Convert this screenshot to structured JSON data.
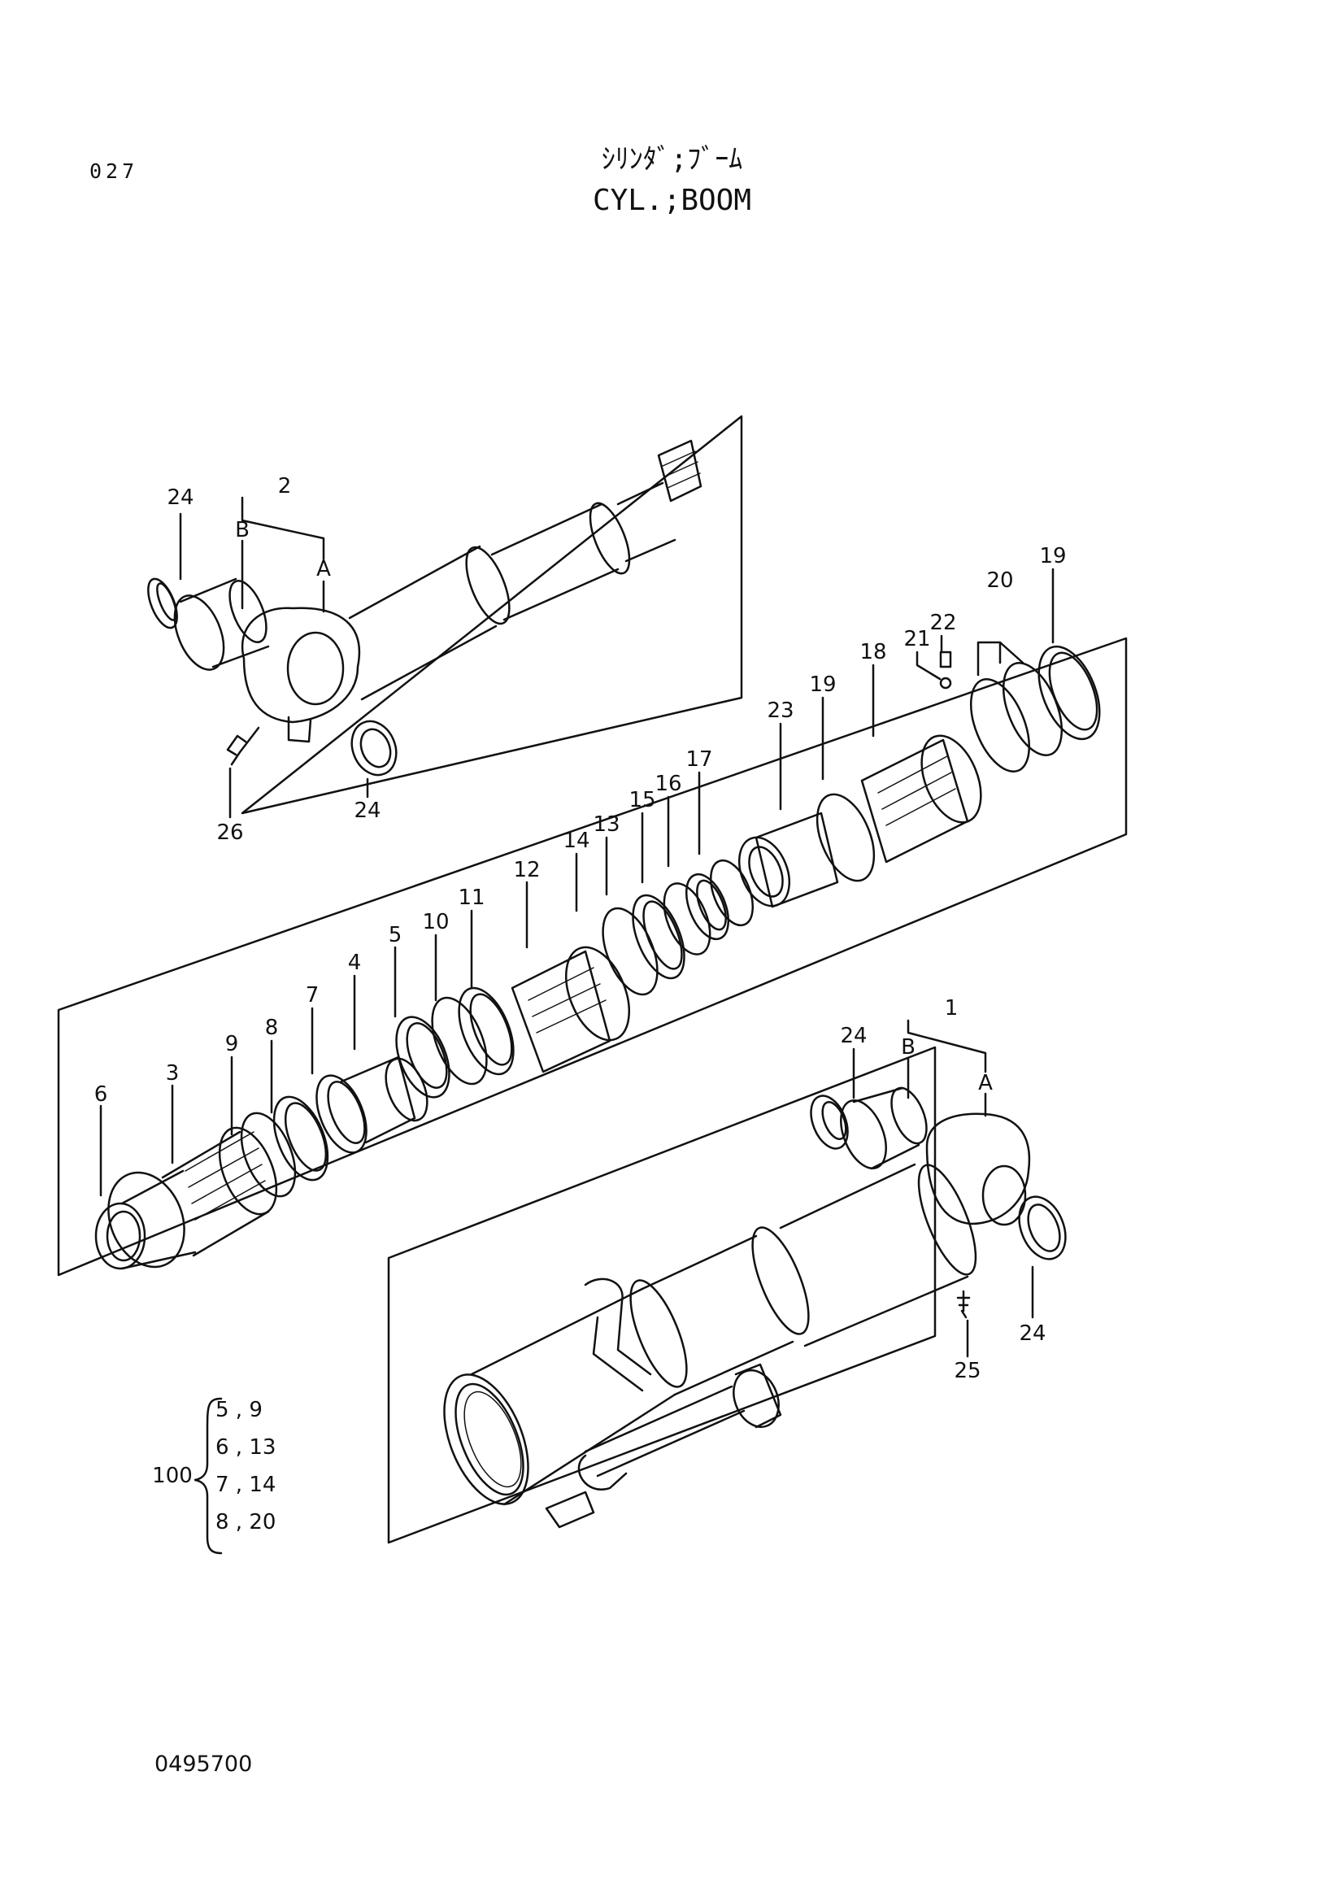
{
  "header": {
    "page_number": "027",
    "title_jp": "ｼﾘﾝﾀﾞ;ﾌﾞｰﾑ",
    "title_en": "CYL.;BOOM"
  },
  "callouts": [
    {
      "id": "c1",
      "label": "1"
    },
    {
      "id": "c1A",
      "label": "A"
    },
    {
      "id": "c1B",
      "label": "B"
    },
    {
      "id": "c2",
      "label": "2"
    },
    {
      "id": "c2A",
      "label": "A"
    },
    {
      "id": "c2B",
      "label": "B"
    },
    {
      "id": "c3",
      "label": "3"
    },
    {
      "id": "c4",
      "label": "4"
    },
    {
      "id": "c5",
      "label": "5"
    },
    {
      "id": "c6",
      "label": "6"
    },
    {
      "id": "c7",
      "label": "7"
    },
    {
      "id": "c8",
      "label": "8"
    },
    {
      "id": "c9",
      "label": "9"
    },
    {
      "id": "c10",
      "label": "10"
    },
    {
      "id": "c11",
      "label": "11"
    },
    {
      "id": "c12",
      "label": "12"
    },
    {
      "id": "c13",
      "label": "13"
    },
    {
      "id": "c14",
      "label": "14"
    },
    {
      "id": "c15",
      "label": "15"
    },
    {
      "id": "c16",
      "label": "16"
    },
    {
      "id": "c17",
      "label": "17"
    },
    {
      "id": "c18",
      "label": "18"
    },
    {
      "id": "c19a",
      "label": "19"
    },
    {
      "id": "c19b",
      "label": "19"
    },
    {
      "id": "c20",
      "label": "20"
    },
    {
      "id": "c21",
      "label": "21"
    },
    {
      "id": "c22",
      "label": "22"
    },
    {
      "id": "c23",
      "label": "23"
    },
    {
      "id": "c24a",
      "label": "24"
    },
    {
      "id": "c24b",
      "label": "24"
    },
    {
      "id": "c24c",
      "label": "24"
    },
    {
      "id": "c24d",
      "label": "24"
    },
    {
      "id": "c25",
      "label": "25"
    },
    {
      "id": "c26",
      "label": "26"
    }
  ],
  "kit": {
    "label": "100",
    "pairs": [
      "5 , 9",
      "6 , 13",
      "7 , 14",
      "8 , 20"
    ]
  },
  "footer": {
    "drawing_number": "0495700"
  }
}
